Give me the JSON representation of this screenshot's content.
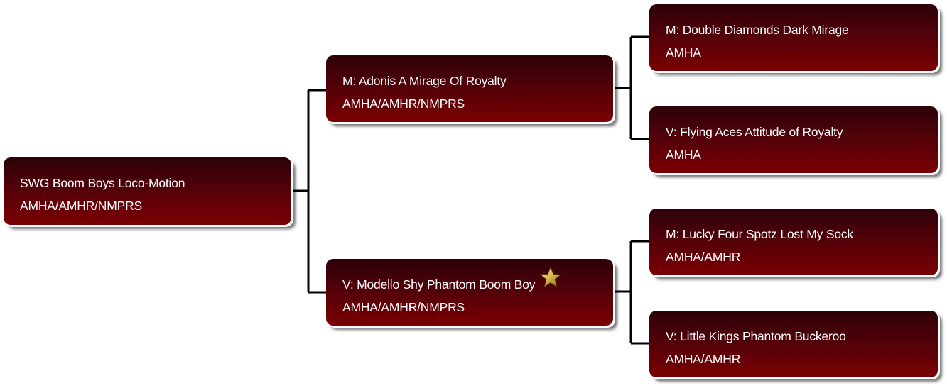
{
  "pedigree": {
    "root": {
      "name": "SWG Boom Boys Loco-Motion",
      "registry": "AMHA/AMHR/NMPRS"
    },
    "sire": {
      "name": "M: Adonis A Mirage Of Royalty",
      "registry": "AMHA/AMHR/NMPRS"
    },
    "dam": {
      "name": "V: Modello Shy Phantom Boom Boy",
      "registry": "AMHA/AMHR/NMPRS",
      "badge_icon": "star-icon"
    },
    "sire_sire": {
      "name": "M: Double Diamonds Dark Mirage",
      "registry": "AMHA"
    },
    "sire_dam": {
      "name": "V: Flying Aces Attitude of Royalty",
      "registry": "AMHA"
    },
    "dam_sire": {
      "name": "M: Lucky Four Spotz Lost My Sock",
      "registry": "AMHA/AMHR"
    },
    "dam_dam": {
      "name": "V: Little Kings Phantom Buckeroo",
      "registry": "AMHA/AMHR"
    }
  },
  "colors": {
    "node_top": "#2c0108",
    "node_bottom": "#7a0003",
    "connector": "#000000",
    "star_fill": "#d6b64a"
  }
}
